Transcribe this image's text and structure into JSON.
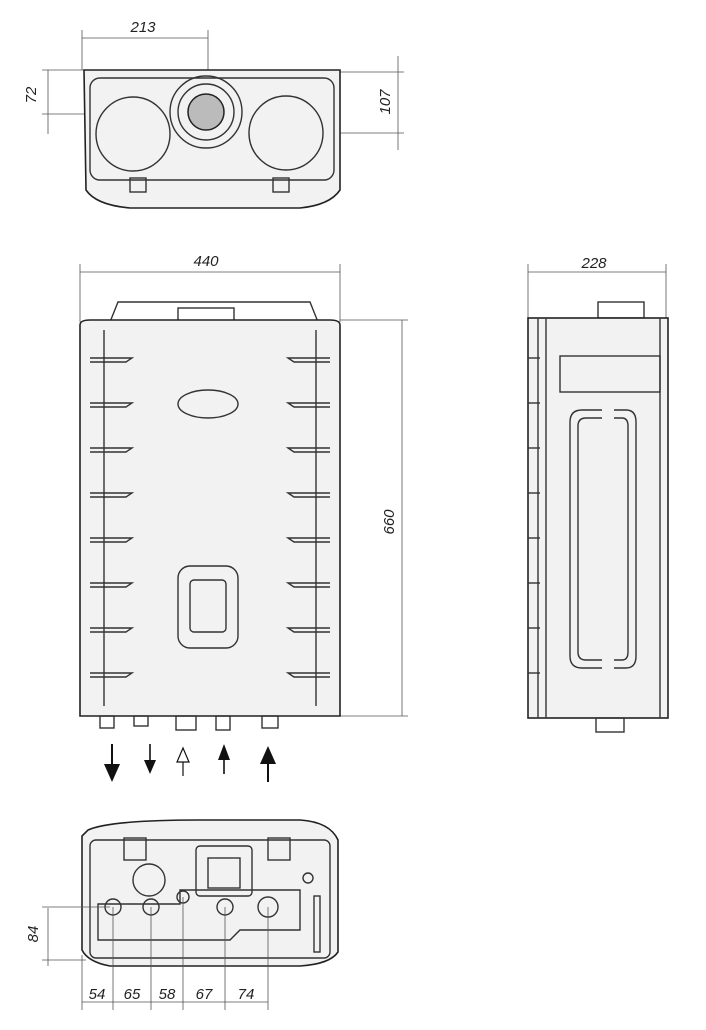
{
  "dimensions": {
    "top_width": "213",
    "top_left_height": "72",
    "top_right_height": "107",
    "front_width": "440",
    "front_height": "660",
    "side_depth": "228",
    "bottom_height": "84",
    "bottom_spacings": [
      "54",
      "65",
      "58",
      "67",
      "74"
    ]
  },
  "arrows": [
    {
      "direction": "down",
      "style": "filled"
    },
    {
      "direction": "down",
      "style": "filled"
    },
    {
      "direction": "up",
      "style": "hollow"
    },
    {
      "direction": "up",
      "style": "filled"
    },
    {
      "direction": "up",
      "style": "filled"
    }
  ]
}
